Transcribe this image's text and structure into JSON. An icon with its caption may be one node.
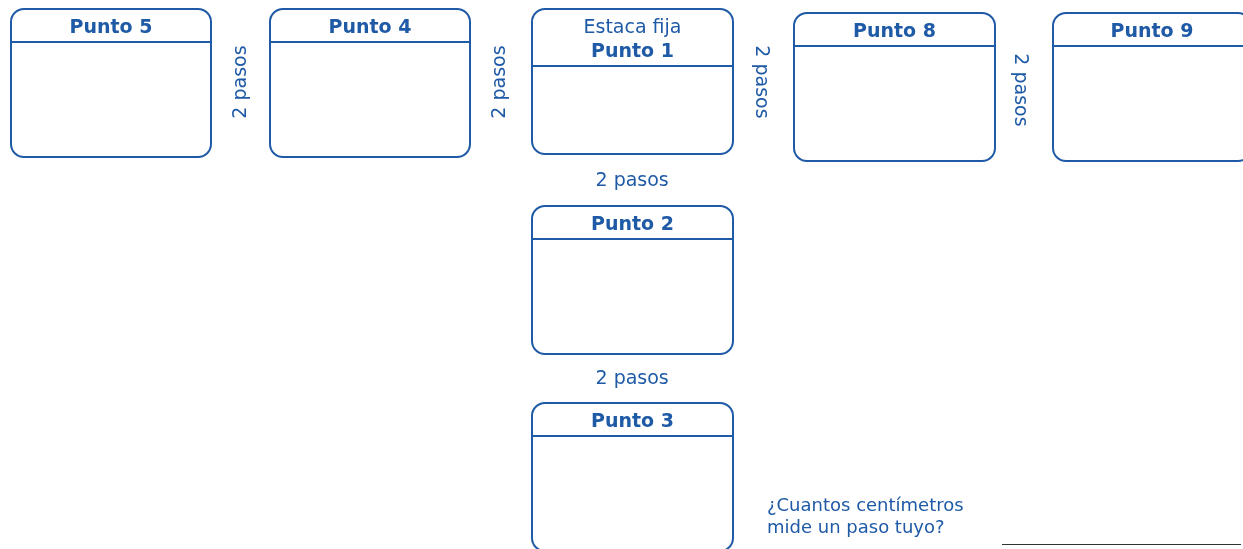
{
  "diagram": {
    "nodes": [
      {
        "text": [
          "Punto 5"
        ]
      },
      {
        "text": [
          "Punto 4"
        ]
      },
      {
        "text": [
          "Estaca fija",
          "Punto 1"
        ]
      },
      {
        "text": [
          "Punto 8"
        ]
      },
      {
        "text": [
          "Punto 9"
        ]
      },
      {
        "text": [
          "Punto 2"
        ]
      },
      {
        "text": [
          "Punto 3"
        ]
      }
    ],
    "labels": [
      "2 pasos",
      "2 pasos",
      "2 pasos",
      "2 pasos",
      "2 pasos",
      "2 pasos",
      "¿Cuantos centímetros mide un paso tuyo?"
    ]
  }
}
